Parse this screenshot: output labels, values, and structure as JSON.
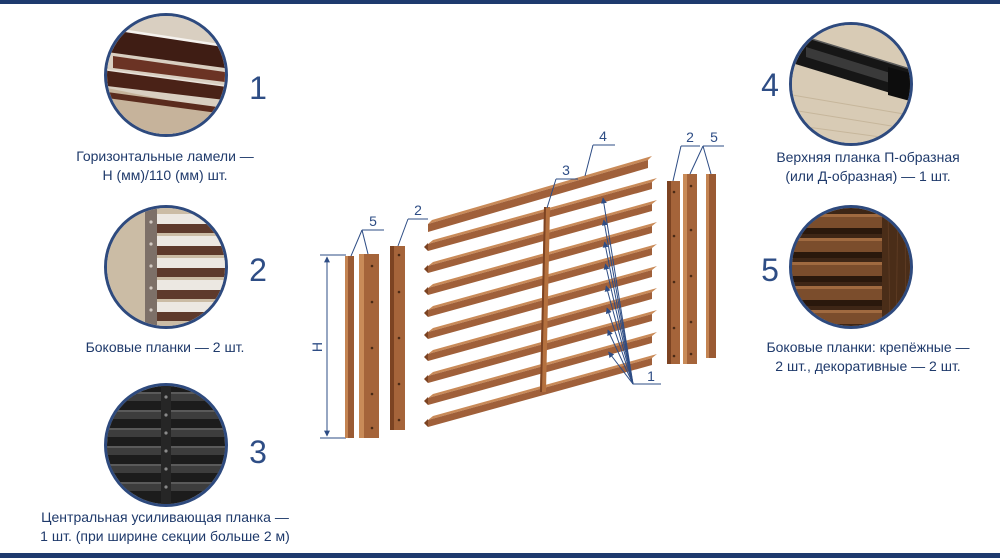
{
  "colors": {
    "navy": "#1e3a6e",
    "accent": "#2e4d85",
    "wood": "#a0603a",
    "wood_light": "#c98a58"
  },
  "components": [
    {
      "number": "1",
      "caption": [
        "Горизонтальные ламели —",
        "Н (мм)/110 (мм) шт."
      ]
    },
    {
      "number": "2",
      "caption": [
        "Боковые планки — 2 шт."
      ]
    },
    {
      "number": "3",
      "caption": [
        "Центральная усиливающая планка —",
        "1 шт. (при ширине секции больше 2 м)"
      ]
    },
    {
      "number": "4",
      "caption": [
        "Верхняя планка П-образная",
        "(или Д-образная) — 1 шт."
      ]
    },
    {
      "number": "5",
      "caption": [
        "Боковые планки: крепёжные —",
        "2 шт., декоративные — 2 шт."
      ]
    }
  ],
  "diagram": {
    "labels": {
      "left_outer_planks": "5",
      "left_side_plank": "2",
      "top_plank": "4",
      "center_plank": "3",
      "right_side_plank": "2",
      "right_outer_planks": "5",
      "lamellas": "1"
    },
    "height_label": "Н"
  }
}
